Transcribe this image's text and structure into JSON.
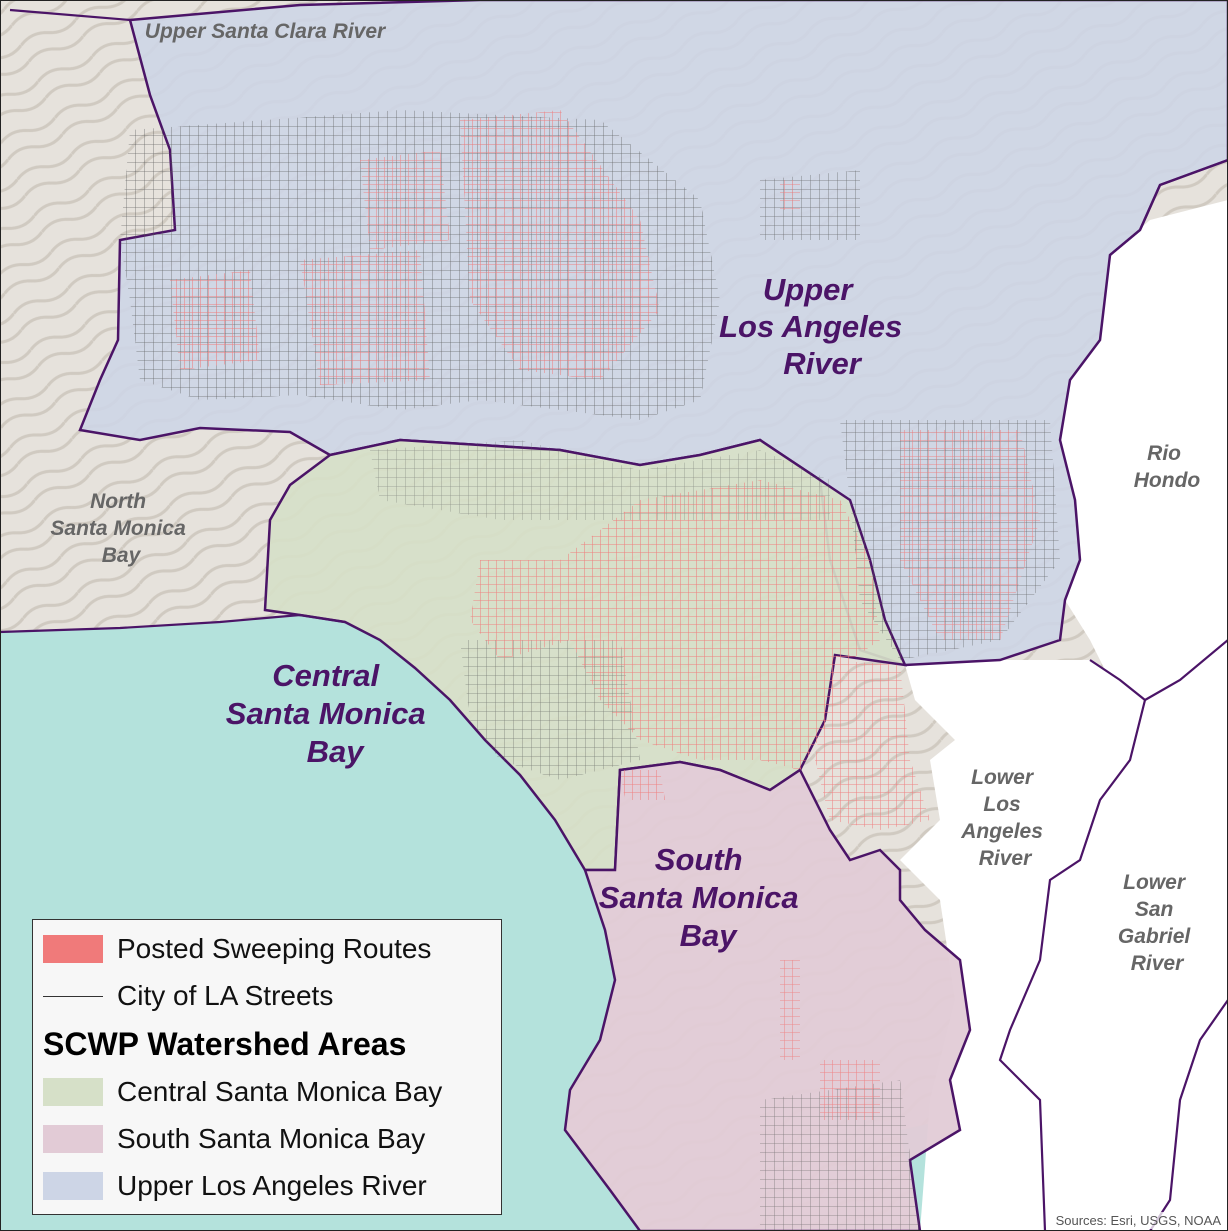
{
  "map": {
    "watershed_labels": [
      {
        "id": "upper-santa-clara-river",
        "lines": [
          "Upper Santa Clara River"
        ],
        "style": "minor"
      },
      {
        "id": "upper-los-angeles-river",
        "lines": [
          "Upper",
          "Los Angeles",
          "River"
        ],
        "style": "major"
      },
      {
        "id": "rio-hondo",
        "lines": [
          "Rio",
          "Hondo"
        ],
        "style": "minor"
      },
      {
        "id": "north-santa-monica-bay",
        "lines": [
          "North",
          "Santa Monica",
          "Bay"
        ],
        "style": "minor"
      },
      {
        "id": "central-santa-monica-bay",
        "lines": [
          "Central",
          "Santa Monica",
          "Bay"
        ],
        "style": "major"
      },
      {
        "id": "south-santa-monica-bay",
        "lines": [
          "South",
          "Santa Monica",
          "Bay"
        ],
        "style": "major"
      },
      {
        "id": "lower-los-angeles-river",
        "lines": [
          "Lower",
          "Los",
          "Angeles",
          "River"
        ],
        "style": "minor"
      },
      {
        "id": "lower-san-gabriel-river",
        "lines": [
          "Lower",
          "San",
          "Gabriel",
          "River"
        ],
        "style": "minor"
      }
    ],
    "attribution": "Sources: Esri, USGS, NOAA"
  },
  "legend": {
    "items_top": [
      {
        "label": "Posted Sweeping Routes",
        "kind": "fill",
        "color": "#f07a7a"
      },
      {
        "label": "City of LA Streets",
        "kind": "line",
        "color": "#333333"
      }
    ],
    "title": "SCWP Watershed Areas",
    "items_bottom": [
      {
        "label": "Central Santa Monica Bay",
        "kind": "fill",
        "color": "#d6e0c8"
      },
      {
        "label": "South Santa Monica Bay",
        "kind": "fill",
        "color": "#e2cbd6"
      },
      {
        "label": "Upper Los Angeles River",
        "kind": "fill",
        "color": "#cdd5e6"
      }
    ]
  },
  "colors": {
    "ocean": "#b4e2dc",
    "terrain": "#e6e2dc",
    "boundary": "#4b1467",
    "upper_la_river": "#cdd5e6",
    "central_smb": "#d6e0c8",
    "south_smb": "#e2cbd6",
    "sweeping_routes": "#f07a7a",
    "streets": "#555555"
  }
}
